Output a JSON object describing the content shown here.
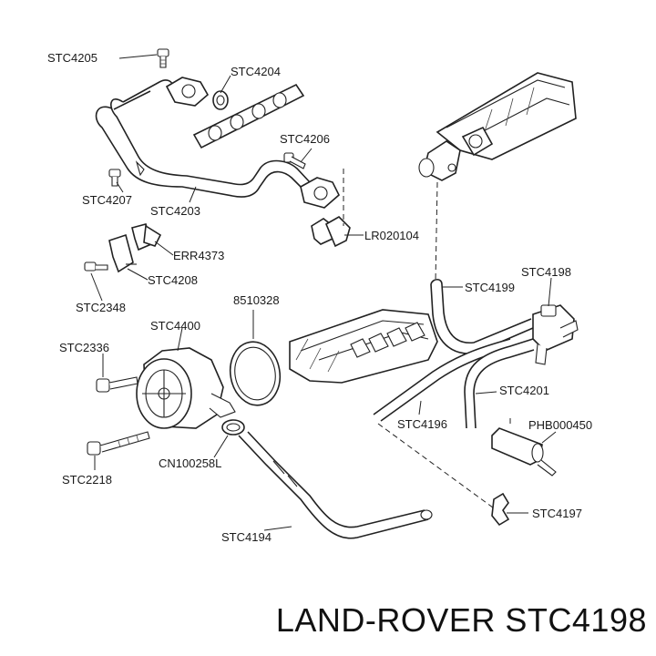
{
  "labels": {
    "stc4205": "STC4205",
    "stc4204": "STC4204",
    "stc4206": "STC4206",
    "stc4207": "STC4207",
    "stc4203": "STC4203",
    "lr020104": "LR020104",
    "err4373": "ERR4373",
    "stc4208": "STC4208",
    "stc2348": "STC2348",
    "p8510328": "8510328",
    "stc4400": "STC4400",
    "stc4198": "STC4198",
    "stc4199": "STC4199",
    "stc2336": "STC2336",
    "stc4201": "STC4201",
    "stc4196": "STC4196",
    "phb000450": "PHB000450",
    "stc2218": "STC2218",
    "cn100258l": "CN100258L",
    "stc4197": "STC4197",
    "stc4194": "STC4194"
  },
  "footer": {
    "title": "LAND-ROVER STC4198"
  }
}
